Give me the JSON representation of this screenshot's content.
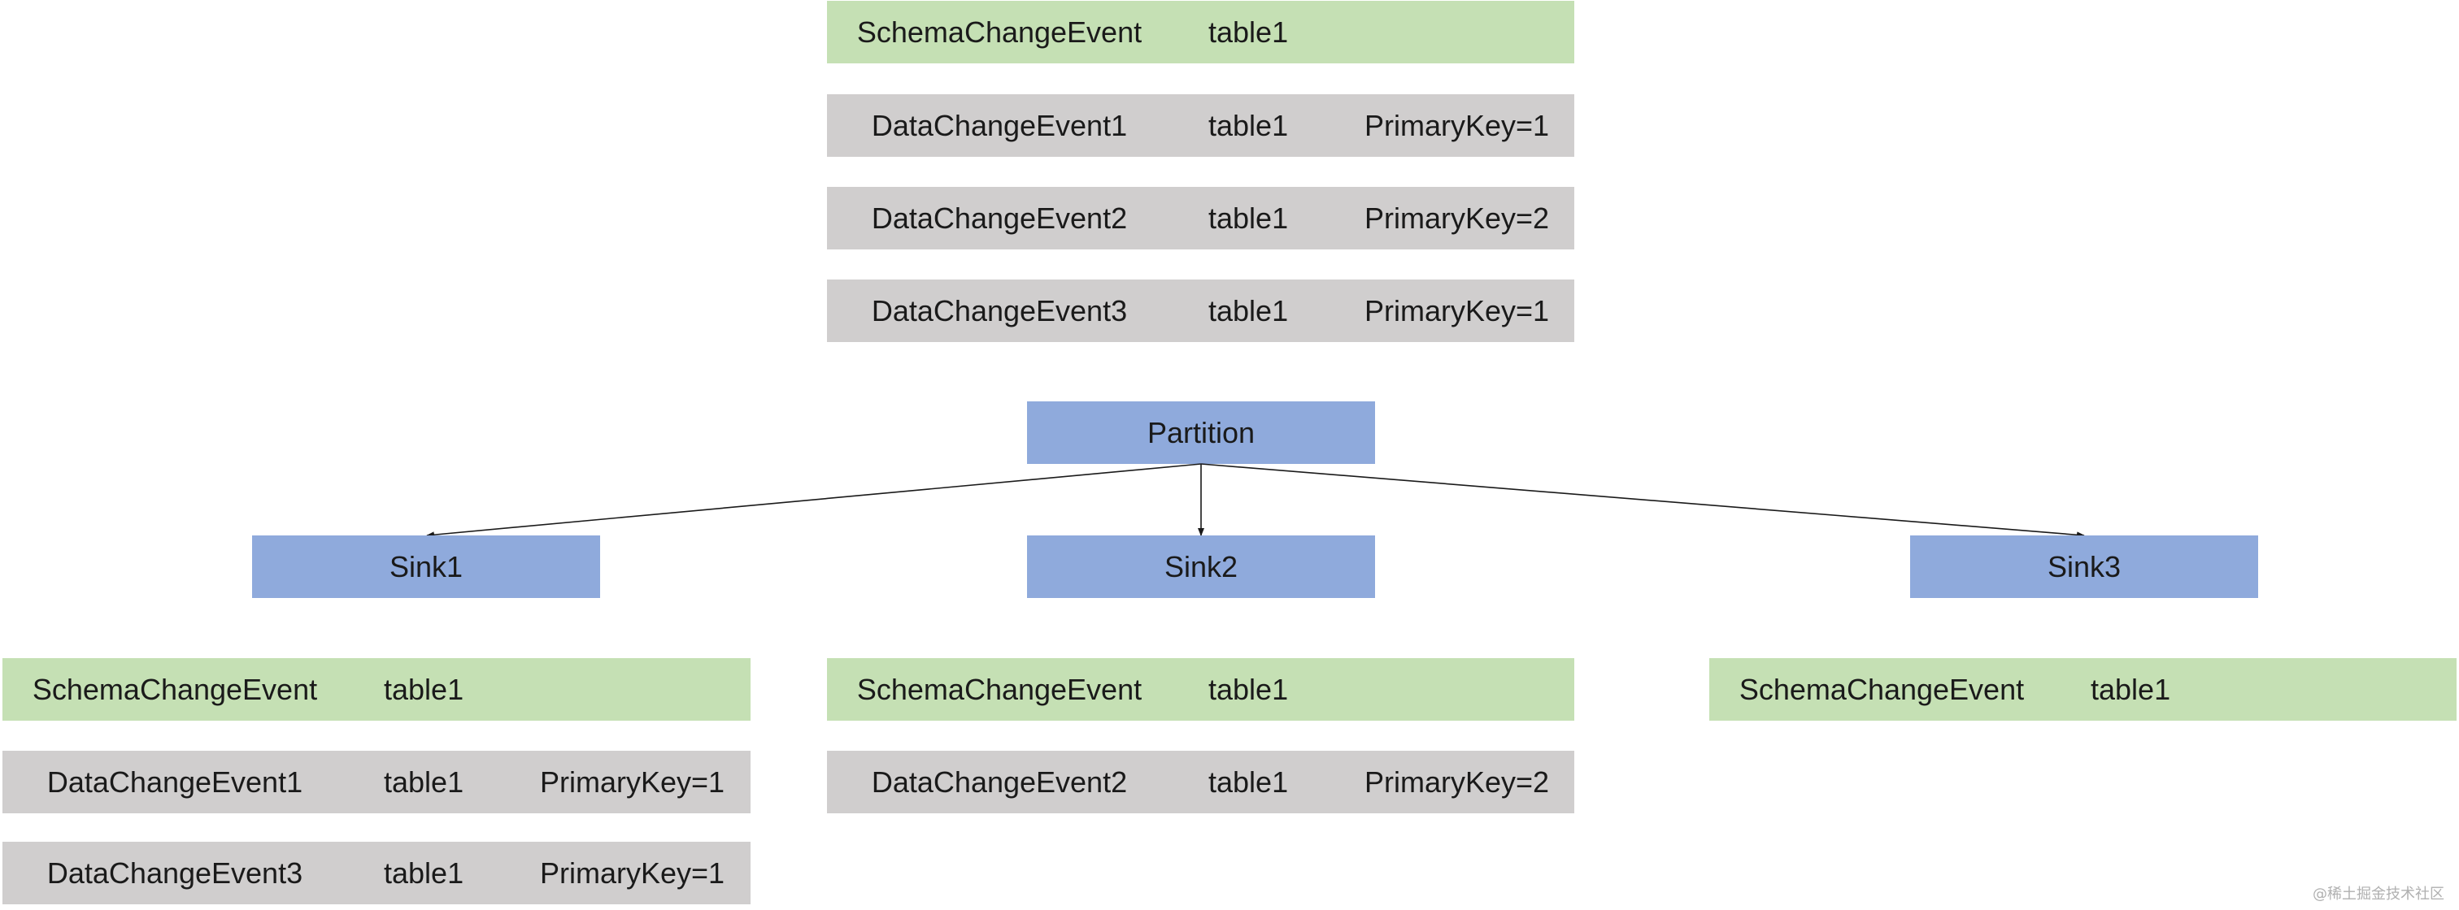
{
  "source_events": [
    {
      "kind": "schema",
      "event": "SchemaChangeEvent",
      "table": "table1",
      "key": ""
    },
    {
      "kind": "data",
      "event": "DataChangeEvent1",
      "table": "table1",
      "key": "PrimaryKey=1"
    },
    {
      "kind": "data",
      "event": "DataChangeEvent2",
      "table": "table1",
      "key": "PrimaryKey=2"
    },
    {
      "kind": "data",
      "event": "DataChangeEvent3",
      "table": "table1",
      "key": "PrimaryKey=1"
    }
  ],
  "partition": {
    "label": "Partition"
  },
  "sinks": [
    {
      "label": "Sink1",
      "events": [
        {
          "kind": "schema",
          "event": "SchemaChangeEvent",
          "table": "table1",
          "key": ""
        },
        {
          "kind": "data",
          "event": "DataChangeEvent1",
          "table": "table1",
          "key": "PrimaryKey=1"
        },
        {
          "kind": "data",
          "event": "DataChangeEvent3",
          "table": "table1",
          "key": "PrimaryKey=1"
        }
      ]
    },
    {
      "label": "Sink2",
      "events": [
        {
          "kind": "schema",
          "event": "SchemaChangeEvent",
          "table": "table1",
          "key": ""
        },
        {
          "kind": "data",
          "event": "DataChangeEvent2",
          "table": "table1",
          "key": "PrimaryKey=2"
        }
      ]
    },
    {
      "label": "Sink3",
      "events": [
        {
          "kind": "schema",
          "event": "SchemaChangeEvent",
          "table": "table1",
          "key": ""
        }
      ]
    }
  ],
  "colors": {
    "schema_row": "#c5e0b4",
    "data_row": "#d0cece",
    "node": "#8faadc",
    "edge": "#1a1a1a"
  },
  "watermark": "@稀土掘金技术社区"
}
